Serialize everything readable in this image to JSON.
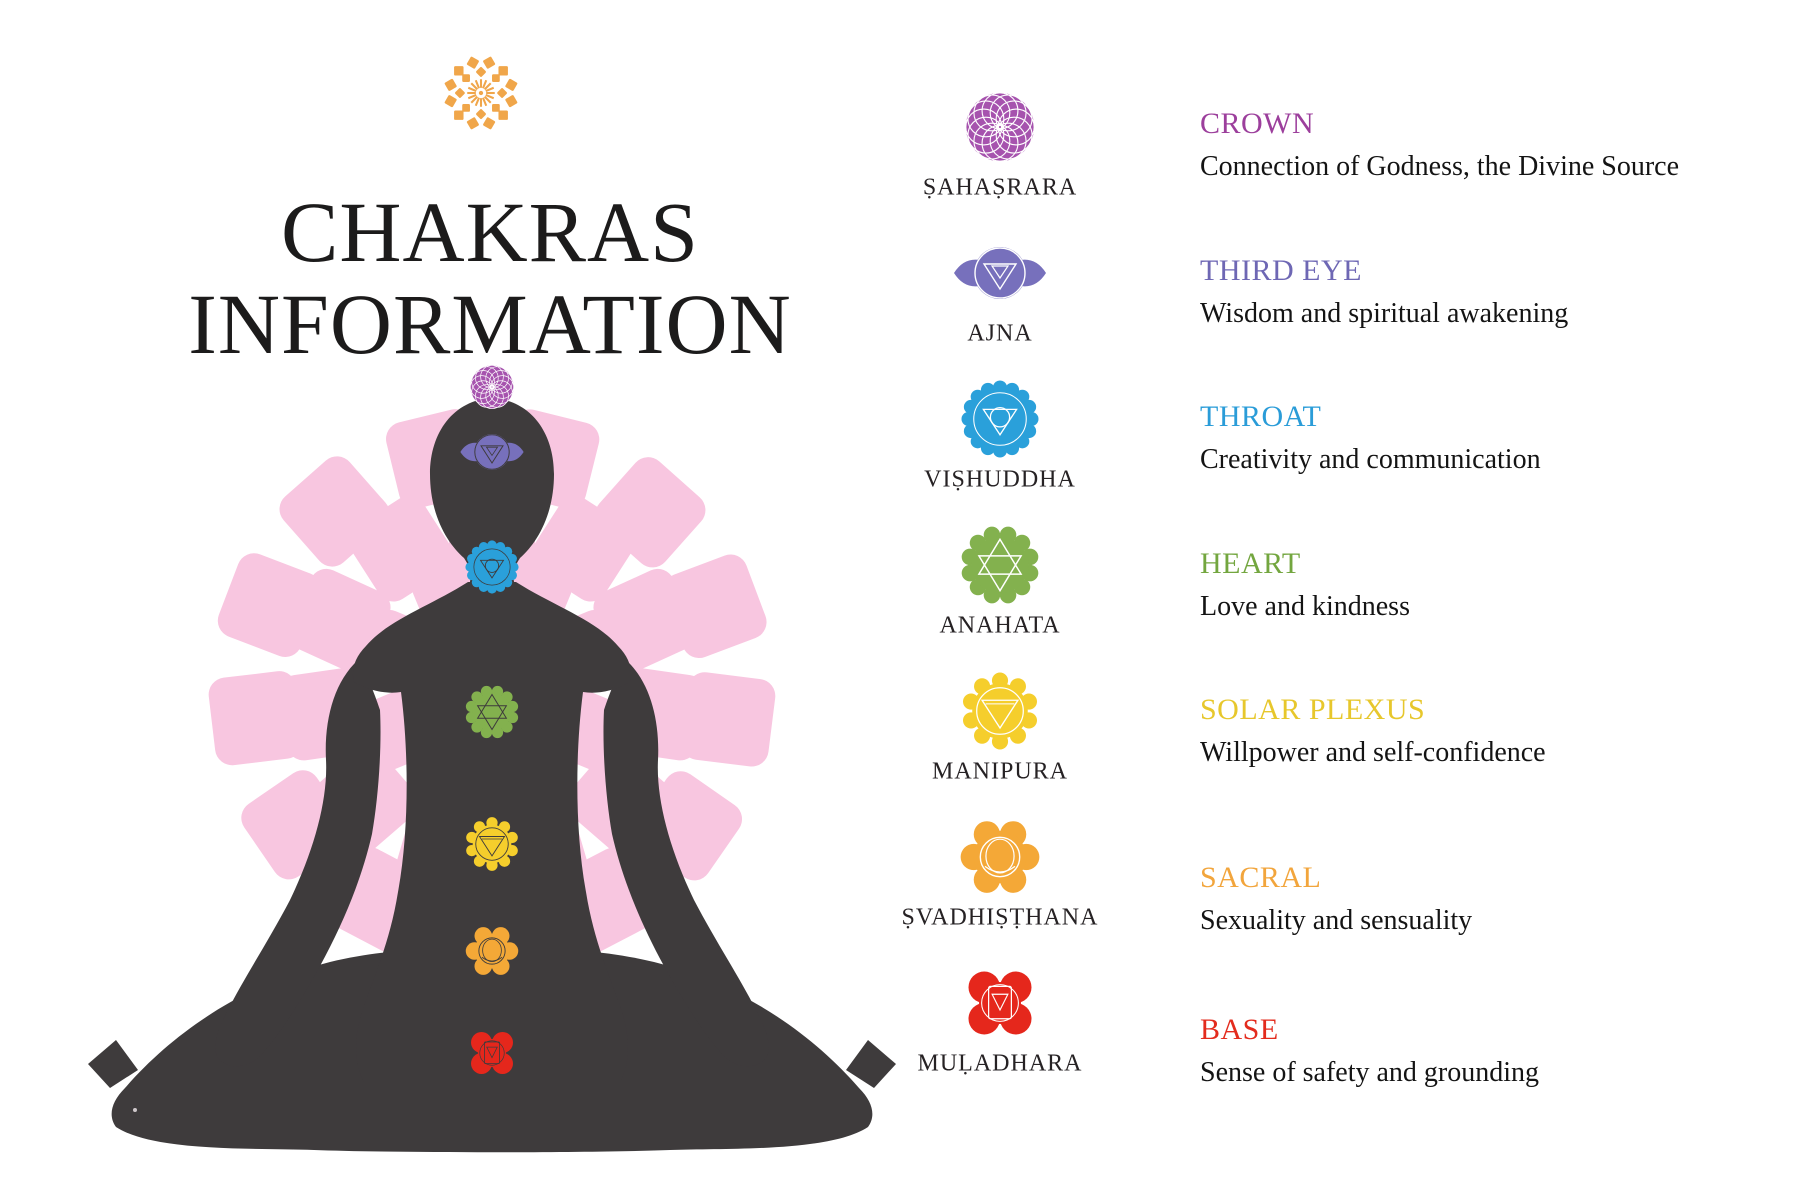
{
  "poster": {
    "title_line1": "CHAKRAS",
    "title_line2": "INFORMATION"
  },
  "chakras": [
    {
      "sanskrit": "ṢAHAṢRARA",
      "name": "CROWN",
      "description": "Connection of Godness, the Divine Source",
      "name_color": "#9c3f9c",
      "symbol_color": "#a653ae",
      "icon": "sahasrara"
    },
    {
      "sanskrit": "AJNA",
      "name": "THIRD EYE",
      "description": "Wisdom and spiritual awakening",
      "name_color": "#6e67b4",
      "symbol_color": "#7770bc",
      "icon": "ajna"
    },
    {
      "sanskrit": "VIṢHUDDHA",
      "name": "THROAT",
      "description": "Creativity and communication",
      "name_color": "#2a9cd8",
      "symbol_color": "#2aa0da",
      "icon": "vishuddha"
    },
    {
      "sanskrit": "ANAHATA",
      "name": "HEART",
      "description": "Love and kindness",
      "name_color": "#73a63f",
      "symbol_color": "#83b14e",
      "icon": "anahata"
    },
    {
      "sanskrit": "MANIPURA",
      "name": "SOLAR PLEXUS",
      "description": "Willpower and self-confidence",
      "name_color": "#e7c72c",
      "symbol_color": "#f5ce2c",
      "icon": "manipura"
    },
    {
      "sanskrit": "ṢVADHIṢṬHANA",
      "name": "SACRAL",
      "description": "Sexuality and sensuality",
      "name_color": "#f2a53c",
      "symbol_color": "#f4a837",
      "icon": "svadhisthana"
    },
    {
      "sanskrit": "MUḶADHARA",
      "name": "BASE",
      "description": "Sense of safety and grounding",
      "name_color": "#e32b1d",
      "symbol_color": "#e5271c",
      "icon": "muladhara"
    }
  ],
  "illustration": {
    "silhouette_color": "#3e3b3c",
    "mandala_color": "#f8c6e0",
    "top_icon_color": "#f0a64a"
  }
}
